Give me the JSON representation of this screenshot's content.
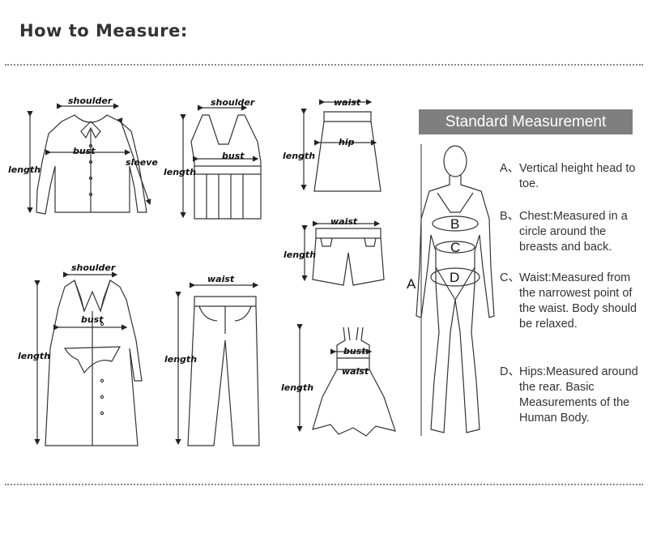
{
  "title": "How to Measure:",
  "garments": {
    "shirt": {
      "shoulder": "shoulder",
      "bust": "bust",
      "length": "length",
      "sleeve": "sleeve"
    },
    "tank": {
      "shoulder": "shoulder",
      "bust": "bust",
      "length": "length"
    },
    "skirt": {
      "waist": "waist",
      "hip": "hip",
      "length": "length"
    },
    "shorts": {
      "waist": "waist",
      "length": "length"
    },
    "coat": {
      "shoulder": "shoulder",
      "bust": "bust",
      "length": "length"
    },
    "pants": {
      "waist": "waist",
      "length": "length"
    },
    "dress": {
      "bust": "bust",
      "waist": "waist",
      "length": "length"
    }
  },
  "standard": {
    "heading": "Standard Measurement",
    "figure_labels": {
      "a": "A",
      "b": "B",
      "c": "C",
      "d": "D"
    },
    "items": [
      {
        "key": "A、",
        "text": "Vertical height head to toe."
      },
      {
        "key": "B、",
        "text": "Chest:Measured in a circle around the breasts and back."
      },
      {
        "key": "C、",
        "text": "Waist:Measured from the narrowest point of the waist. Body should be relaxed."
      },
      {
        "key": "D、",
        "text": "Hips:Measured around the rear. Basic Measurements of the Human Body."
      }
    ]
  }
}
